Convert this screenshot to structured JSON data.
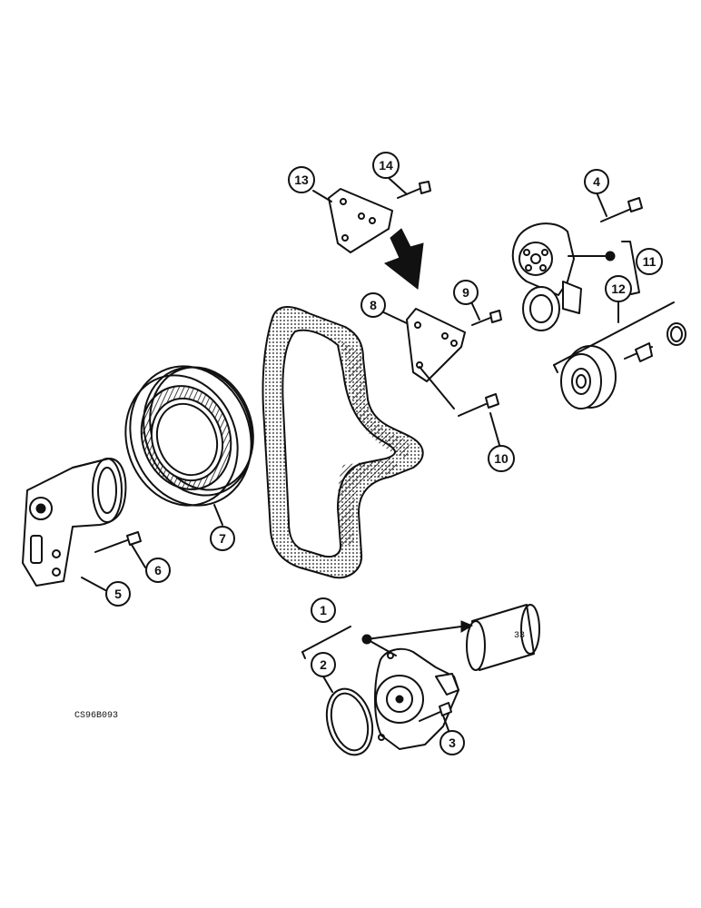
{
  "drawing_code": "CS96B093",
  "callouts": [
    {
      "id": "c1",
      "label": "1"
    },
    {
      "id": "c2",
      "label": "2"
    },
    {
      "id": "c3",
      "label": "3"
    },
    {
      "id": "c4",
      "label": "4"
    },
    {
      "id": "c5",
      "label": "5"
    },
    {
      "id": "c6",
      "label": "6"
    },
    {
      "id": "c7",
      "label": "7"
    },
    {
      "id": "c8",
      "label": "8"
    },
    {
      "id": "c9",
      "label": "9"
    },
    {
      "id": "c10",
      "label": "10"
    },
    {
      "id": "c11",
      "label": "11"
    },
    {
      "id": "c12",
      "label": "12"
    },
    {
      "id": "c13",
      "label": "13"
    },
    {
      "id": "c14",
      "label": "14"
    }
  ]
}
